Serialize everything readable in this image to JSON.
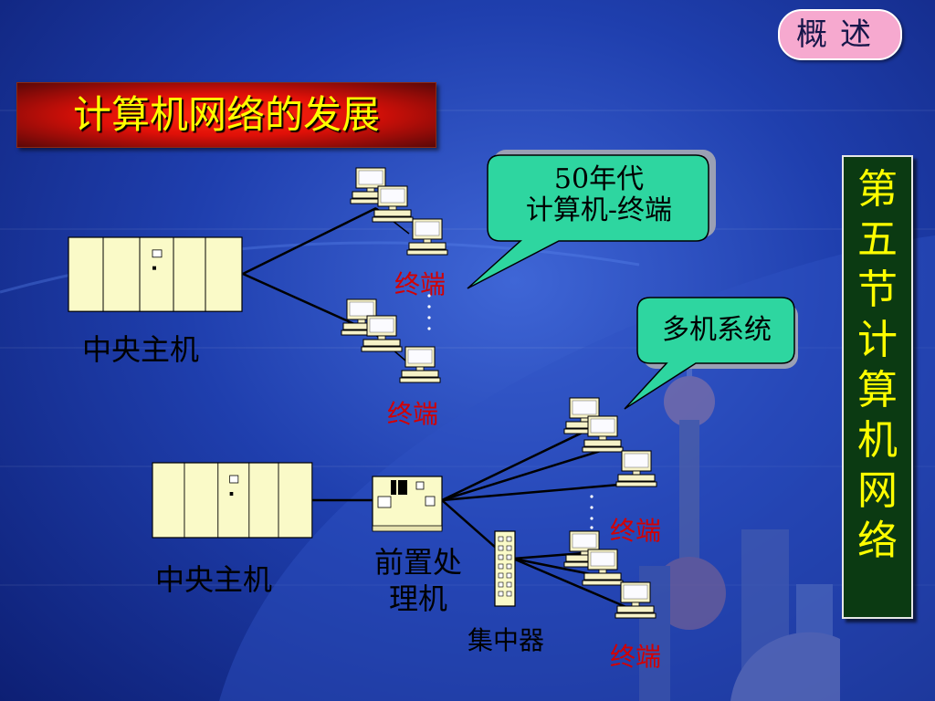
{
  "badge": "概述",
  "title": "计算机网络的发展",
  "side_title": "第五节计算机网络",
  "top_diagram": {
    "host_label": "中央主机",
    "terminal_label_1": "终端",
    "terminal_label_2": "终端",
    "callout": {
      "line1": "50年代",
      "line2": "计算机-终端"
    }
  },
  "bottom_diagram": {
    "host_label": "中央主机",
    "fep_label": "前置处理机",
    "concentrator_label": "集中器",
    "terminal_label_1": "终端",
    "terminal_label_2": "终端",
    "callout": "多机系统"
  },
  "colors": {
    "background": "#1f3fae",
    "title_bg": "#e01008",
    "title_text": "#ffff00",
    "callout_fill": "#2ed6a0",
    "terminal_label": "#d40000",
    "side_bg": "#0b3a12",
    "badge_bg": "#f6a9cf"
  }
}
